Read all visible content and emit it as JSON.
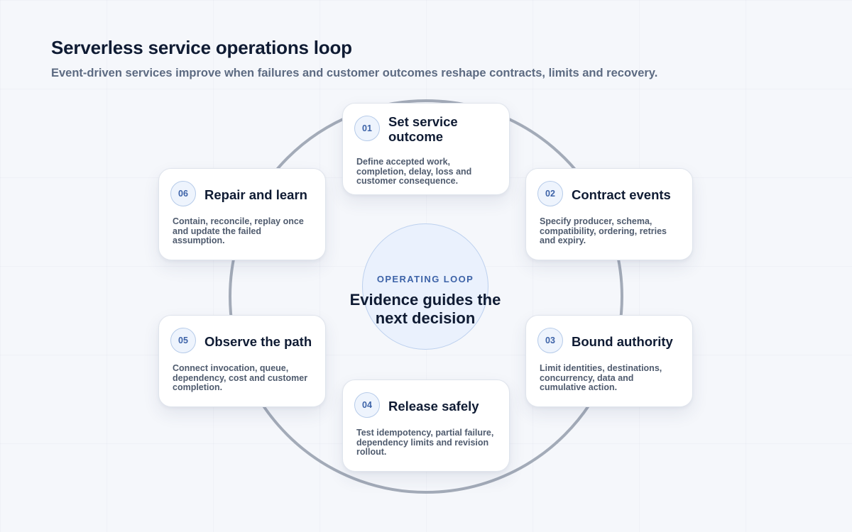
{
  "title": "Serverless service operations loop",
  "subtitle": "Event-driven services improve when failures and customer outcomes reshape contracts, limits and recovery.",
  "center": {
    "eyebrow": "OPERATING LOOP",
    "title": "Evidence guides the next decision"
  },
  "steps": [
    {
      "number": "01",
      "title": "Set service outcome",
      "body": "Define accepted work, completion, delay, loss and customer consequence."
    },
    {
      "number": "02",
      "title": "Contract events",
      "body": "Specify producer, schema, compatibility, ordering, retries and expiry."
    },
    {
      "number": "03",
      "title": "Bound authority",
      "body": "Limit identities, destinations, concurrency, data and cumulative action."
    },
    {
      "number": "04",
      "title": "Release safely",
      "body": "Test idempotency, partial failure, dependency limits and revision rollout."
    },
    {
      "number": "05",
      "title": "Observe the path",
      "body": "Connect invocation, queue, dependency, cost and customer completion."
    },
    {
      "number": "06",
      "title": "Repair and learn",
      "body": "Contain, reconcile, replay once and update the failed assumption."
    }
  ],
  "colors": {
    "ring": "#a3abb8",
    "accent": "#3d63a8",
    "badge_fill": "#eef4fd",
    "hub_fill": "#eaf1fd"
  }
}
